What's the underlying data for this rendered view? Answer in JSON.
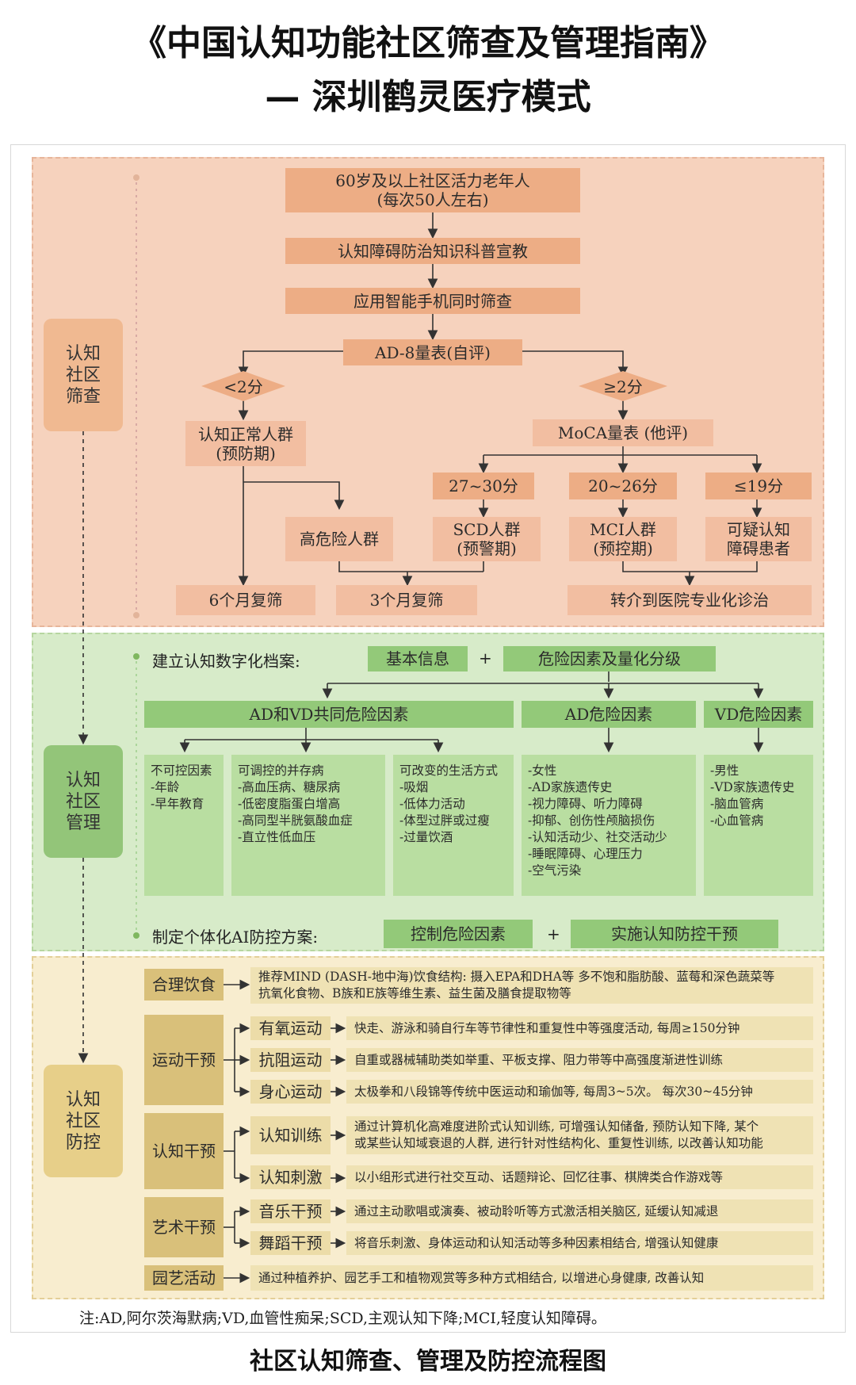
{
  "header": {
    "title_line1": "《中国认知功能社区筛查及管理指南》",
    "title_line2": "— 深圳鹤灵医疗模式"
  },
  "colors": {
    "screening_bg": "#f6d2bd",
    "management_bg": "#d7ebc9",
    "prevention_bg": "#f8edcf"
  },
  "sections": {
    "screening": "认知\n社区\n筛查",
    "management": "认知\n社区\n管理",
    "prevention": "认知\n社区\n防控"
  },
  "screening_flow": {
    "target": "60岁及以上社区活力老年人\n(每次50人左右)",
    "education": "认知障碍防治知识科普宣教",
    "app_screening": "应用智能手机同时筛查",
    "ad8": "AD-8量表(自评)",
    "lt2": "<2分",
    "ge2": "≥2分",
    "normal": "认知正常人群\n(预防期)",
    "moca": "MoCA量表 (他评)",
    "score_27_30": "27~30分",
    "score_20_26": "20~26分",
    "score_le19": "≤19分",
    "high_risk": "高危险人群",
    "scd": "SCD人群\n(预警期)",
    "mci": "MCI人群\n(预控期)",
    "suspected": "可疑认知\n障碍患者",
    "rescreen_6m": "6个月复筛",
    "rescreen_3m": "3个月复筛",
    "referral": "转介到医院专业化诊治"
  },
  "management": {
    "archive_label": "建立认知数字化档案:",
    "basic_info": "基本信息",
    "plus": "+",
    "risk_grading": "危险因素及量化分级",
    "shared_factors": "AD和VD共同危险因素",
    "ad_factors": "AD危险因素",
    "vd_factors": "VD危险因素",
    "uncontrollable": "不可控因素\n-年龄\n-早年教育",
    "comorbidities": "可调控的并存病\n-高血压病、糖尿病\n-低密度脂蛋白增高\n-高同型半胱氨酸血症\n-直立性低血压",
    "lifestyle": "可改变的生活方式\n-吸烟\n-低体力活动\n-体型过胖或过瘦\n-过量饮酒",
    "ad_list": "-女性\n-AD家族遗传史\n-视力障碍、听力障碍\n-抑郁、创伤性颅脑损伤\n-认知活动少、社交活动少\n-睡眠障碍、心理压力\n-空气污染",
    "vd_list": "-男性\n-VD家族遗传史\n-脑血管病\n-心血管病",
    "plan_label": "制定个体化AI防控方案:",
    "control_risk": "控制危险因素",
    "implement": "实施认知防控干预"
  },
  "prevention": {
    "diet": "合理饮食",
    "diet_desc": "推荐MIND (DASH-地中海)饮食结构: 摄入EPA和DHA等 多不饱和脂肪酸、蓝莓和深色蔬菜等\n抗氧化食物、B族和E族等维生素、益生菌及膳食提取物等",
    "exercise": "运动干预",
    "aerobic": "有氧运动",
    "aerobic_desc": "快走、游泳和骑自行车等节律性和重复性中等强度活动, 每周≥150分钟",
    "resistance": "抗阻运动",
    "resistance_desc": "自重或器械辅助类如举重、平板支撑、阻力带等中高强度渐进性训练",
    "mindbody": "身心运动",
    "mindbody_desc": "太极拳和八段锦等传统中医运动和瑜伽等, 每周3~5次。 每次30~45分钟",
    "cognitive": "认知干预",
    "training": "认知训练",
    "training_desc": "通过计算机化高难度进阶式认知训练, 可增强认知储备, 预防认知下降, 某个\n或某些认知域衰退的人群, 进行针对性结构化、重复性训练, 以改善认知功能",
    "stimulation": "认知刺激",
    "stimulation_desc": "以小组形式进行社交互动、话题辩论、回忆往事、棋牌类合作游戏等",
    "art": "艺术干预",
    "music": "音乐干预",
    "music_desc": "通过主动歌唱或演奏、被动聆听等方式激活相关脑区, 延缓认知减退",
    "dance": "舞蹈干预",
    "dance_desc": "将音乐刺激、身体运动和认知活动等多种因素相结合, 增强认知健康",
    "gardening": "园艺活动",
    "gardening_desc": "通过种植养护、园艺手工和植物观赏等多种方式相结合, 以增进心身健康, 改善认知"
  },
  "footnote": "注:AD,阿尔茨海默病;VD,血管性痴呆;SCD,主观认知下降;MCI,轻度认知障碍。",
  "caption": "社区认知筛查、管理及防控流程图"
}
